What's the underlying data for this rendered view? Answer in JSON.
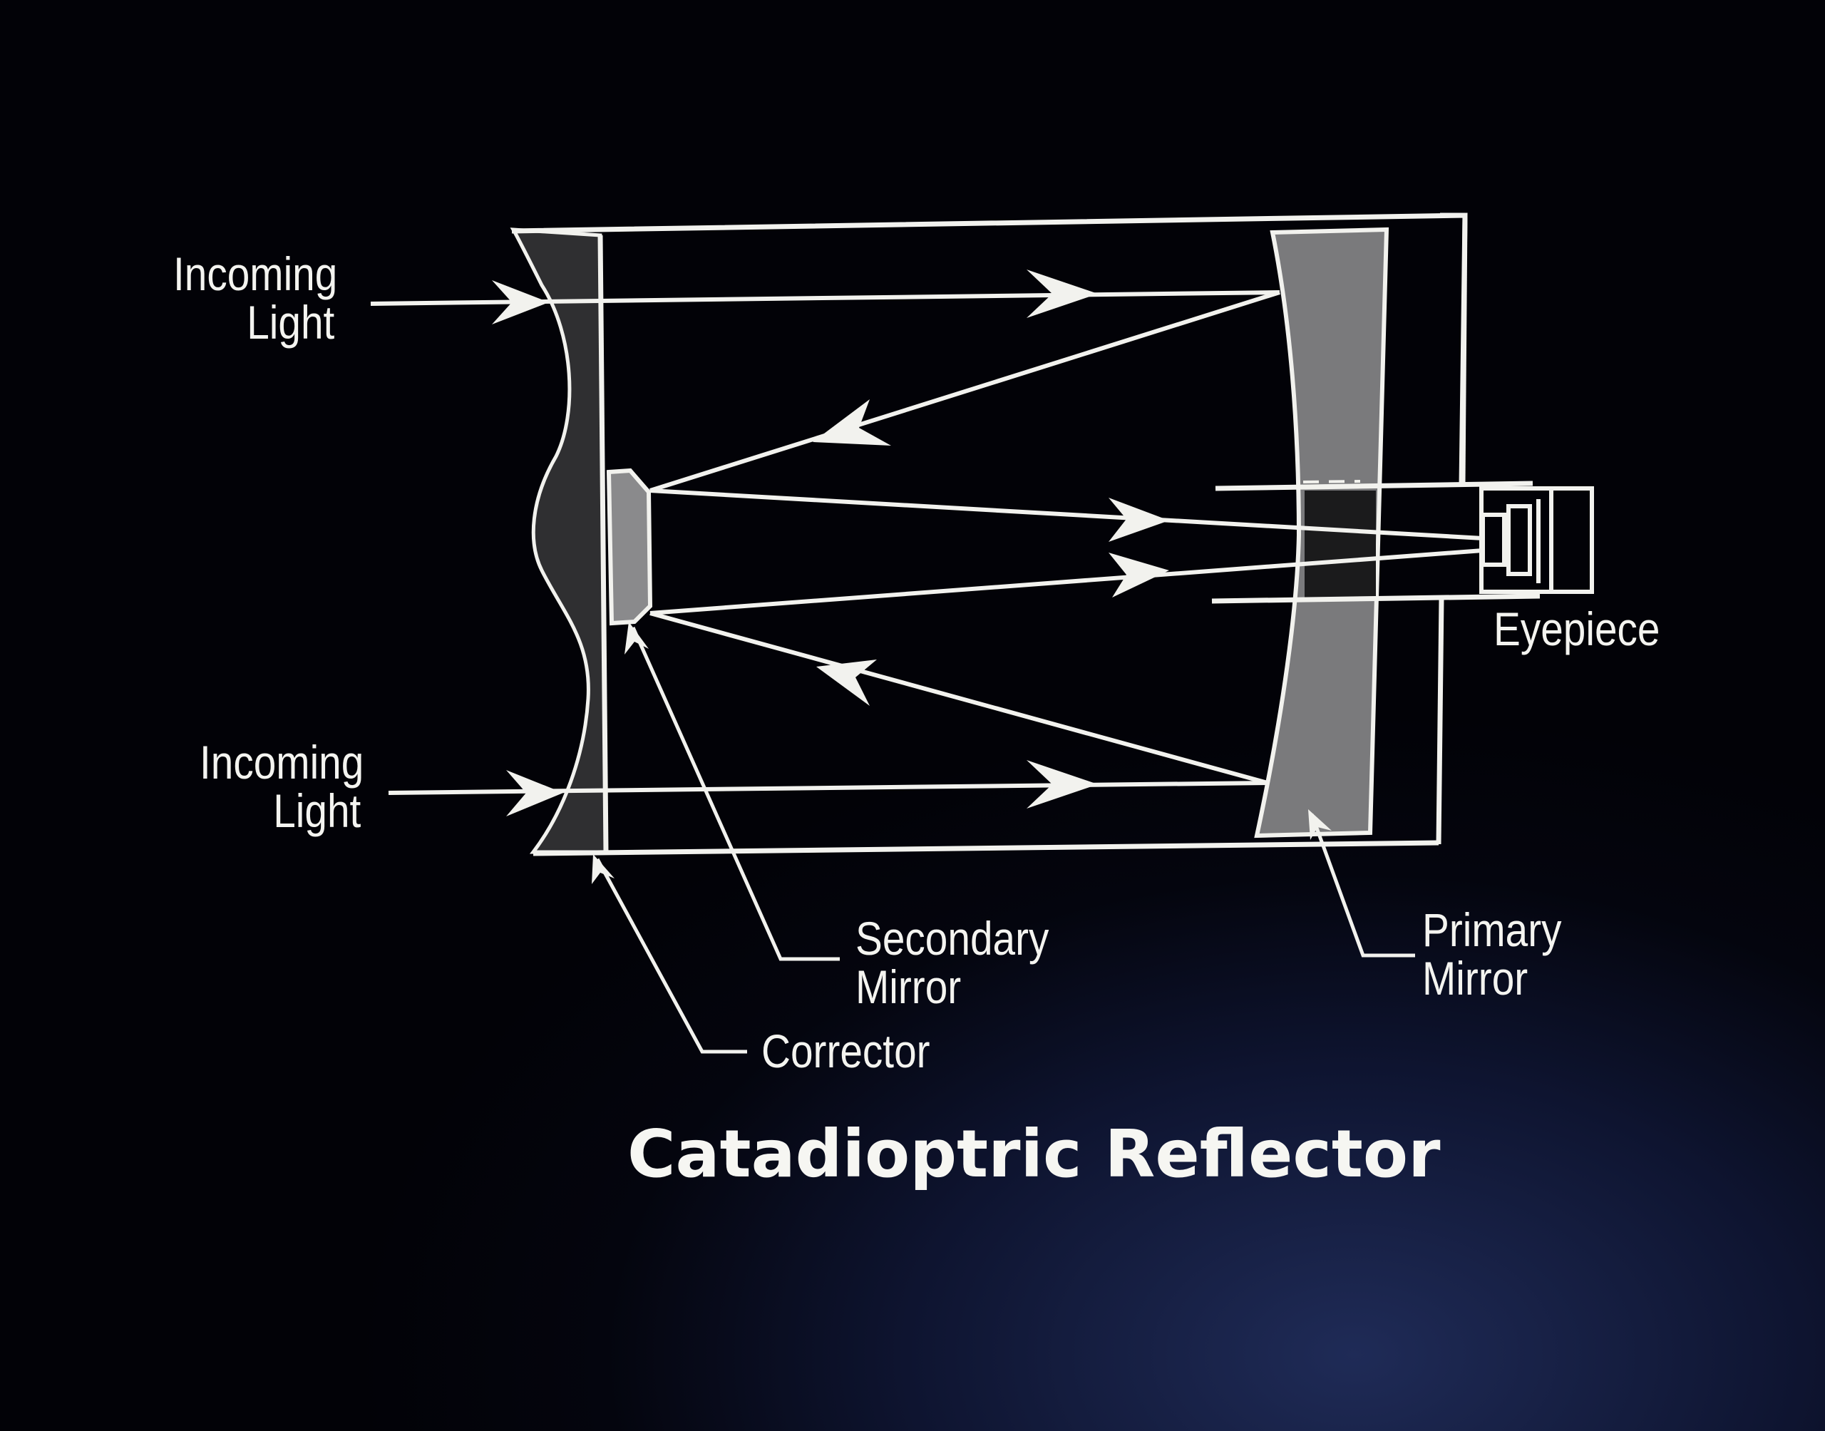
{
  "title": "Catadioptric Reflector",
  "labels": {
    "incoming_light_top": [
      "Incoming",
      "Light"
    ],
    "incoming_light_bottom": [
      "Incoming",
      "Light"
    ],
    "eyepiece": "Eyepiece",
    "secondary_mirror": [
      "Secondary",
      "Mirror"
    ],
    "primary_mirror": [
      "Primary",
      "Mirror"
    ],
    "corrector": "Corrector"
  },
  "colors": {
    "line": "#f2f2ee",
    "corrector_fill": "#2f2f31",
    "mirror_fill": "#7a7a7c",
    "secondary_fill": "#8a8a8c"
  }
}
